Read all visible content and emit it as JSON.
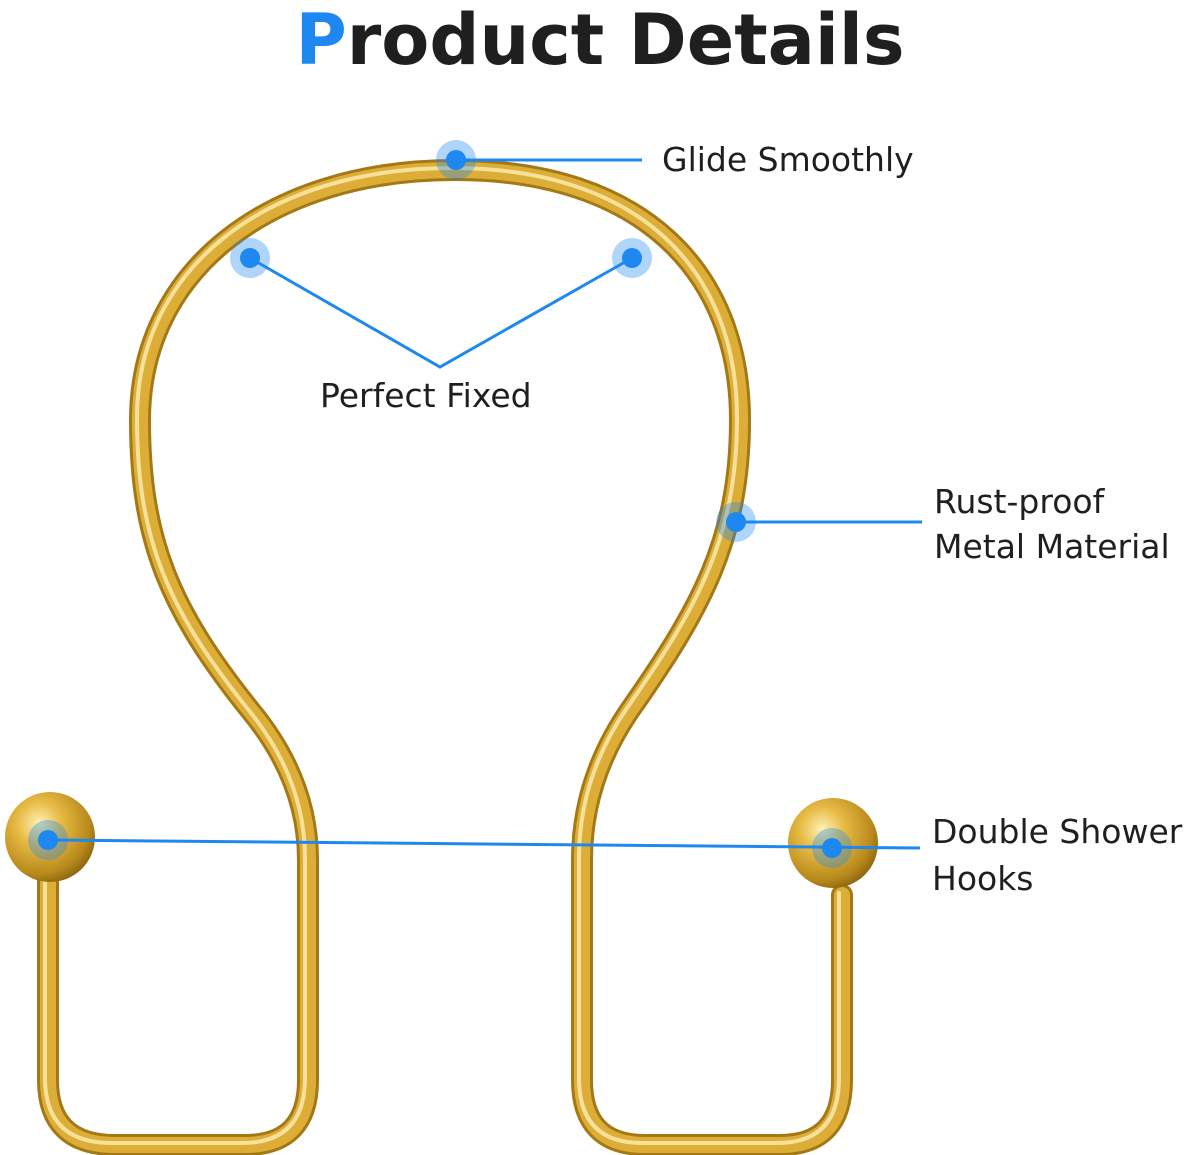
{
  "title": {
    "first_letter": "P",
    "rest": "roduct Details"
  },
  "callouts": {
    "glide": "Glide Smoothly",
    "fixed": "Perfect Fixed",
    "rust_line1": "Rust-proof",
    "rust_line2": "Metal Material",
    "double_line1": "Double Shower",
    "double_line2": "Hooks"
  },
  "colors": {
    "accent": "#1e88f0",
    "text": "#1f1f1f",
    "gold": "#d9a830",
    "gold_dark": "#b38417",
    "gold_light": "#f3d77a"
  }
}
